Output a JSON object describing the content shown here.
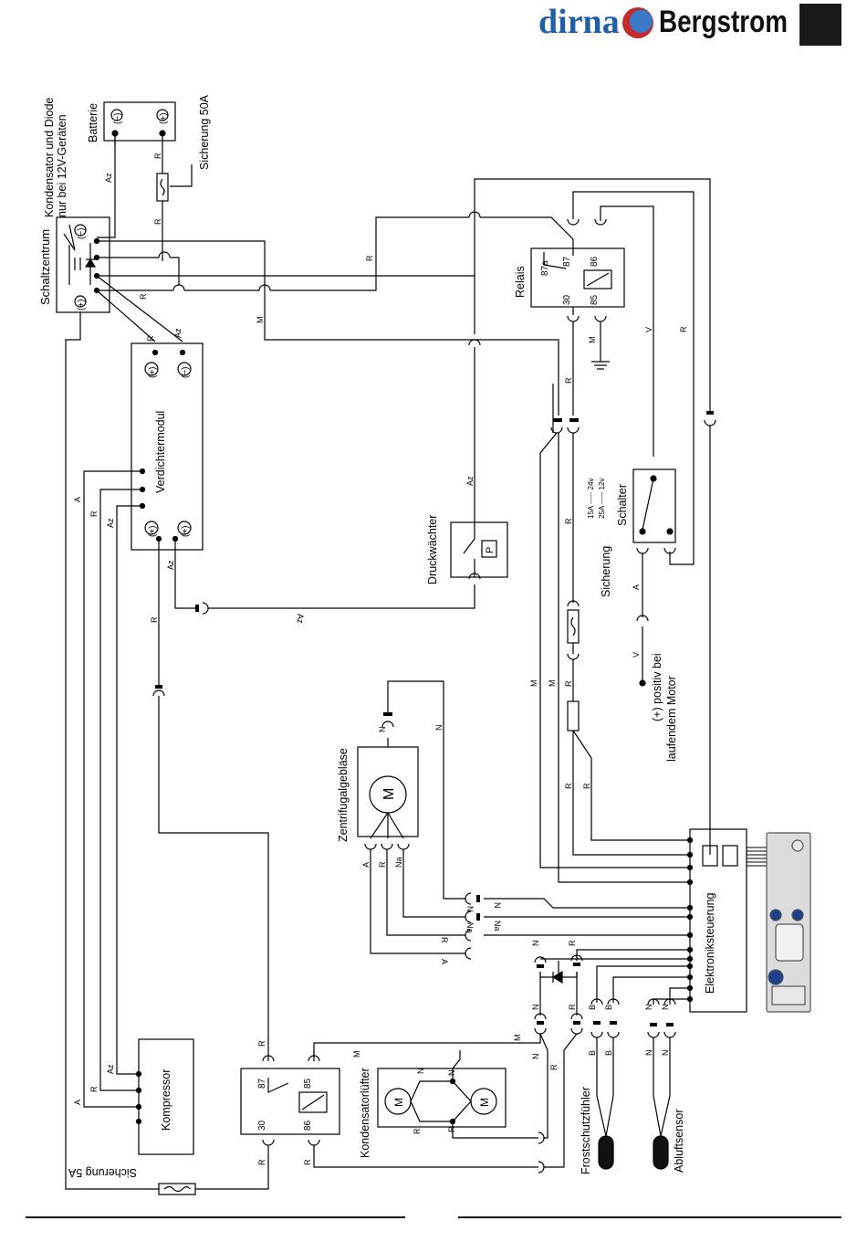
{
  "brand": {
    "name_1": "dirna",
    "name_2": "Bergstrom",
    "brand_color": "#1f5fa8"
  },
  "components": {
    "schaltzentrum": "Schaltzentrum",
    "kondensator_note_1": "Kondensator und Diode",
    "kondensator_note_2": "nur bei 12V-Geräten",
    "batterie": "Batterie",
    "sicherung_50a": "Sicherung 50A",
    "verdichtermodul": "Verdichtermodul",
    "druckwaechter": "Druckwächter",
    "relais": "Relais",
    "sicherung": "Sicherung",
    "fuse_ratings_1": "15A ----- 24v",
    "fuse_ratings_2": "25A ----- 12v",
    "schalter": "Schalter",
    "positiv_1": "(+) positiv bei",
    "positiv_2": "laufendem Motor",
    "zentrifugalgeblaese": "Zentrifugalgebläse",
    "elektroniksteuerung": "Elektroniksteuerung",
    "kompressor": "Kompressor",
    "kondensatorluefter": "Kondensatorlüfter",
    "frostschutzfuehler": "Frostschutzfühler",
    "abluftsensor": "Abluftsensor",
    "sicherung_5a": "Sicherung 5A"
  },
  "terminals": {
    "plus": "+",
    "minus": "−",
    "plus_paren": "(+)",
    "minus_paren": "(−)",
    "relay_87a": "87a",
    "relay_87": "87",
    "relay_86": "86",
    "relay_30": "30",
    "relay_85": "85",
    "motor": "M",
    "pressure": "P"
  },
  "wire_codes": {
    "az": "Az",
    "r": "R",
    "m": "M",
    "a": "A",
    "v": "V",
    "n": "N",
    "na": "Na",
    "b": "B"
  }
}
